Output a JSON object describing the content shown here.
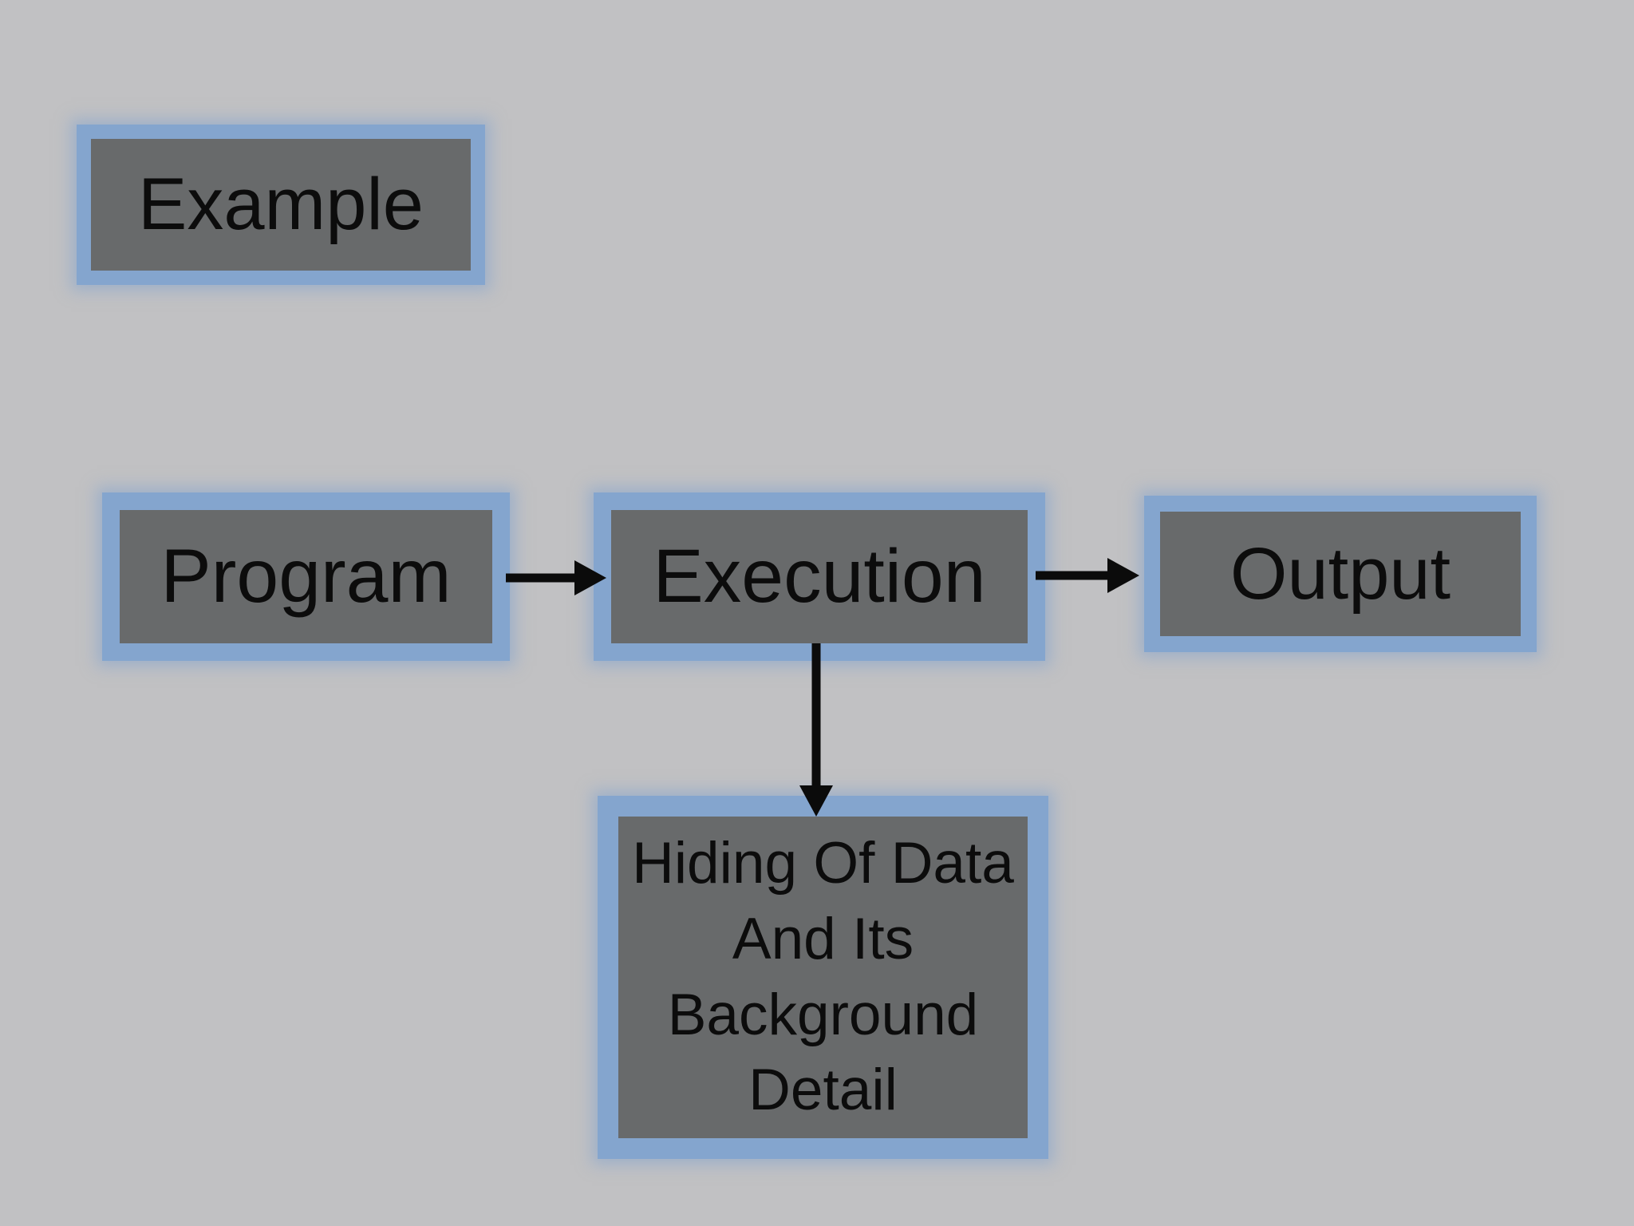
{
  "colors": {
    "background": "#c1c1c3",
    "box_fill": "#686a6b",
    "box_border": "#84a5ce",
    "text_color": "#0c0c0c",
    "arrow_color": "#0b0b0b"
  },
  "diagram": {
    "example": {
      "label": "Example"
    },
    "program": {
      "label": "Program"
    },
    "execution": {
      "label": "Execution"
    },
    "output": {
      "label": "Output"
    },
    "hiding": {
      "lines": [
        "Hiding Of Data",
        "And Its",
        "Background",
        "Detail"
      ]
    },
    "edges": [
      {
        "from": "Program",
        "to": "Execution",
        "direction": "right"
      },
      {
        "from": "Execution",
        "to": "Output",
        "direction": "right"
      },
      {
        "from": "Execution",
        "to": "Hiding Of Data And Its Background Detail",
        "direction": "down"
      }
    ]
  }
}
